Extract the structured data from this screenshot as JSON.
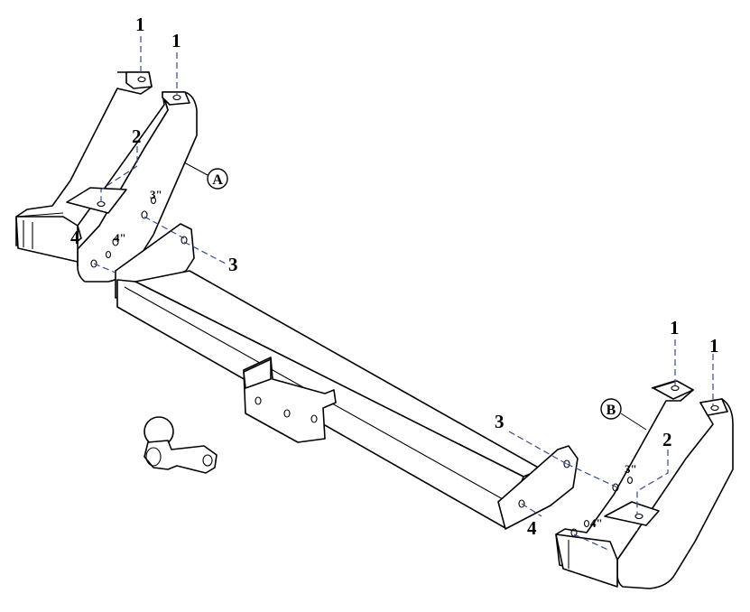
{
  "labels": {
    "n1": "1",
    "n2": "2",
    "n3": "3",
    "n4": "4",
    "bracket_a": "A",
    "bracket_b": "B",
    "hole_3in": "3\"",
    "hole_4in": "4\""
  },
  "colors": {
    "line": "#000000",
    "dash": "#3a4a8a",
    "background": "#ffffff"
  }
}
